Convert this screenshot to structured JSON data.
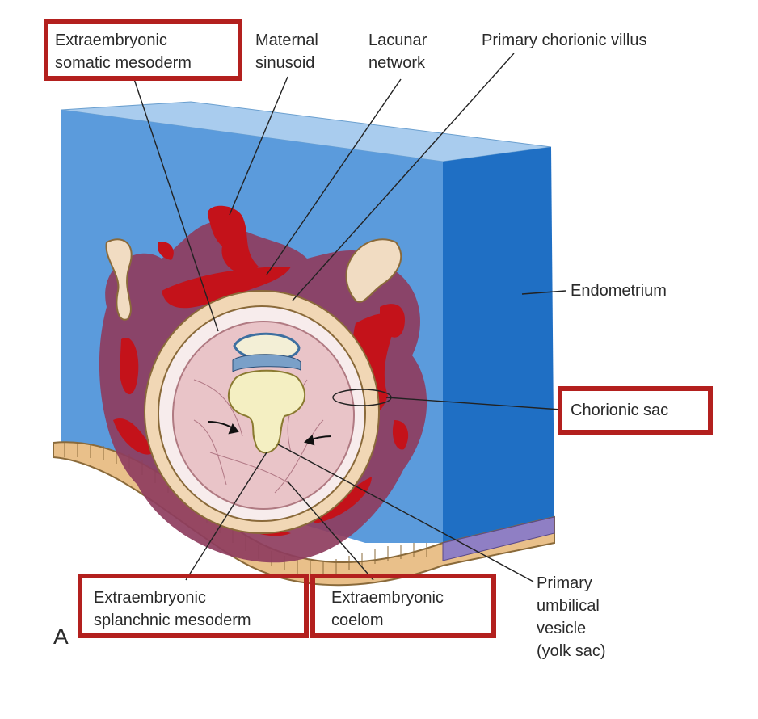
{
  "figure_letter": "A",
  "labels": {
    "somatic": "Extraembryonic\nsomatic mesoderm",
    "sinusoid": "Maternal\nsinusoid",
    "lacunar": "Lacunar\nnetwork",
    "villus": "Primary chorionic villus",
    "endometrium": "Endometrium",
    "chorionic_sac": "Chorionic sac",
    "splanchnic": "Extraembryonic\nsplanchnic mesoderm",
    "coelom": "Extraembryonic\ncoelom",
    "yolk_sac": "Primary\numbilical\nvesicle\n(yolk sac)"
  },
  "colors": {
    "highlight_box": "#b3201e",
    "endometrium_front": "#5b9bdc",
    "endometrium_side": "#1f6fc4",
    "endometrium_top": "#a9ccee",
    "trophoblast": "#8e3d5e",
    "maternal_blood": "#c4121a",
    "coelom_fill": "#e9c4c8",
    "yolk_sac": "#f4efc2"
  }
}
